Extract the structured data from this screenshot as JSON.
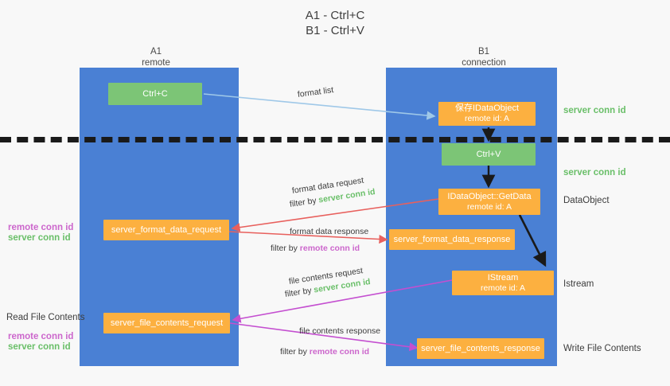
{
  "title": {
    "line1": "A1 - Ctrl+C",
    "line2": "B1 - Ctrl+V"
  },
  "columns": [
    {
      "name": "A1",
      "sub": "remote"
    },
    {
      "name": "B1",
      "sub": "connection"
    }
  ],
  "nodes": {
    "ctrl_c": {
      "label": "Ctrl+C"
    },
    "save_idataobject": {
      "l1": "保存IDataObject",
      "l2": "remote id: A"
    },
    "ctrl_v": {
      "label": "Ctrl+V"
    },
    "getdata": {
      "l1": "IDataObject::GetData",
      "l2": "remote id: A"
    },
    "server_format_data_request": {
      "label": "server_format_data_request"
    },
    "server_format_data_response": {
      "label": "server_format_data_response"
    },
    "istream": {
      "l1": "IStream",
      "l2": "remote id: A"
    },
    "server_file_contents_request": {
      "label": "server_file_contents_request"
    },
    "server_file_contents_response": {
      "label": "server_file_contents_response"
    }
  },
  "right_labels": {
    "server_conn_id_1": "server conn id",
    "server_conn_id_2": "server conn id",
    "dataobject": "DataObject",
    "istream": "Istream",
    "write_file_contents": "Write File Contents"
  },
  "left_labels": {
    "remote_conn_id_1": "remote conn id",
    "server_conn_id_1": "server conn id",
    "read_file_contents": "Read File Contents",
    "remote_conn_id_2": "remote conn id",
    "server_conn_id_2": "server conn id"
  },
  "edges": {
    "format_list": "format list",
    "format_data_request": "format data request",
    "filter_by_1": "filter by ",
    "filter_by_1_target": "server conn id",
    "format_data_response": "format data response",
    "filter_by_2": "filter by ",
    "filter_by_2_target": "remote conn id",
    "file_contents_request": "file contents request",
    "filter_by_3": "filter by ",
    "filter_by_3_target": "server conn id",
    "file_contents_response": "file contents response",
    "filter_by_4": "filter by ",
    "filter_by_4_target": "remote conn id"
  },
  "colors": {
    "column": "#4a80d4",
    "green_node": "#7cc576",
    "orange_node": "#fcb040",
    "server_conn": "#6abf69",
    "remote_conn": "#cc66cc",
    "arrow_blue": "#9fc8e8",
    "arrow_red": "#e8605d",
    "arrow_purple": "#c44fd0",
    "arrow_dark": "#1a1a1a"
  }
}
